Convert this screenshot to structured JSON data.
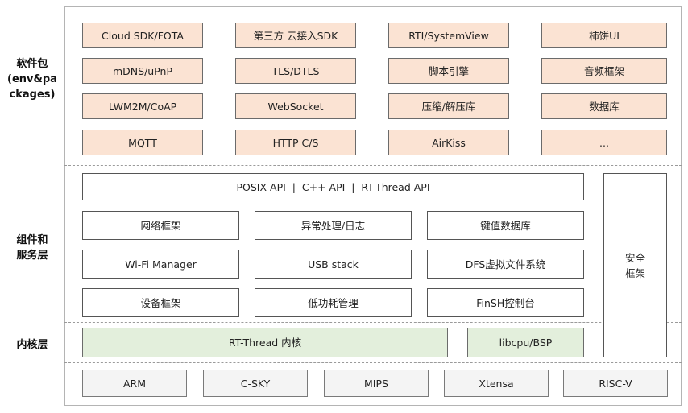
{
  "layers": {
    "packages_label": "软件包\n(env&pa\nckages)",
    "components_label": "组件和\n服务层",
    "kernel_label": "内核层"
  },
  "packages": [
    [
      "Cloud SDK/FOTA",
      "第三方 云接入SDK",
      "RTI/SystemView",
      "柿饼UI"
    ],
    [
      "mDNS/uPnP",
      "TLS/DTLS",
      "脚本引擎",
      "音频框架"
    ],
    [
      "LWM2M/CoAP",
      "WebSocket",
      "压缩/解压库",
      "数据库"
    ],
    [
      "MQTT",
      "HTTP C/S",
      "AirKiss",
      "..."
    ]
  ],
  "components": {
    "api_bar": "POSIX API  |  C++ API  |  RT-Thread API",
    "rows": [
      [
        "网络框架",
        "异常处理/日志",
        "键值数据库"
      ],
      [
        "Wi-Fi Manager",
        "USB stack",
        "DFS虚拟文件系统"
      ],
      [
        "设备框架",
        "低功耗管理",
        "FinSH控制台"
      ]
    ],
    "security": "安全\n框架"
  },
  "kernel": {
    "core": "RT-Thread  内核",
    "bsp": "libcpu/BSP"
  },
  "architectures": [
    "ARM",
    "C-SKY",
    "MIPS",
    "Xtensa",
    "RISC-V"
  ]
}
